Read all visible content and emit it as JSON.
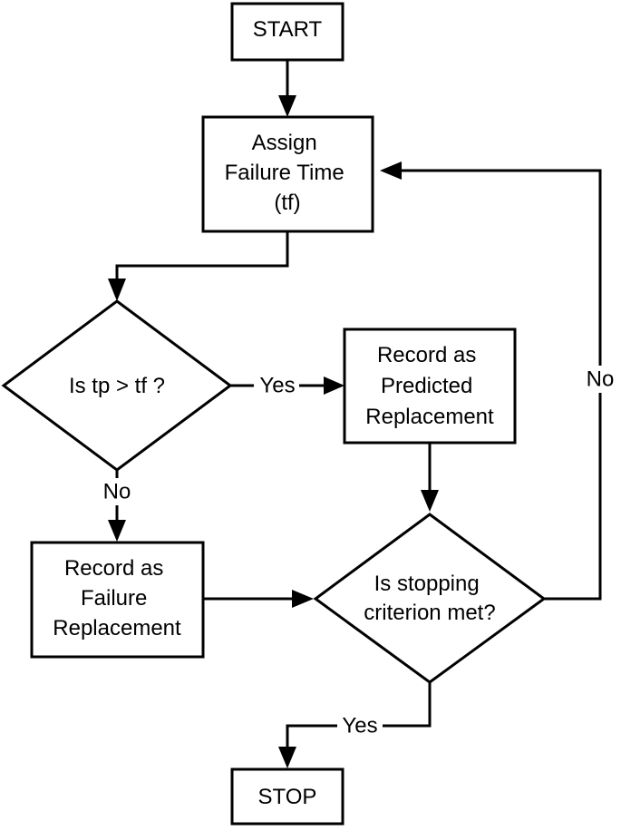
{
  "colors": {
    "stroke": "#000000",
    "fill": "#ffffff",
    "text": "#000000"
  },
  "nodes": {
    "start": {
      "shape": "rectangle",
      "lines": [
        "START"
      ]
    },
    "assign": {
      "shape": "rectangle",
      "lines": [
        "Assign",
        "Failure Time",
        "(tf)"
      ]
    },
    "decision_tp": {
      "shape": "diamond",
      "lines": [
        "Is tp > tf ?"
      ]
    },
    "predicted": {
      "shape": "rectangle",
      "lines": [
        "Record as",
        "Predicted",
        "Replacement"
      ]
    },
    "failure": {
      "shape": "rectangle",
      "lines": [
        "Record as",
        "Failure",
        "Replacement"
      ]
    },
    "decision_stop": {
      "shape": "diamond",
      "lines": [
        "Is stopping",
        "criterion met?"
      ]
    },
    "stop": {
      "shape": "rectangle",
      "lines": [
        "STOP"
      ]
    }
  },
  "edges": {
    "start_to_assign": {
      "from": "start",
      "to": "assign",
      "label": ""
    },
    "assign_to_decision_tp": {
      "from": "assign",
      "to": "decision_tp",
      "label": ""
    },
    "decision_tp_yes": {
      "from": "decision_tp",
      "to": "predicted",
      "label": "Yes"
    },
    "decision_tp_no": {
      "from": "decision_tp",
      "to": "failure",
      "label": "No"
    },
    "predicted_to_decision_stop": {
      "from": "predicted",
      "to": "decision_stop",
      "label": ""
    },
    "failure_to_decision_stop": {
      "from": "failure",
      "to": "decision_stop",
      "label": ""
    },
    "decision_stop_no": {
      "from": "decision_stop",
      "to": "assign",
      "label": "No"
    },
    "decision_stop_yes": {
      "from": "decision_stop",
      "to": "stop",
      "label": "Yes"
    }
  }
}
